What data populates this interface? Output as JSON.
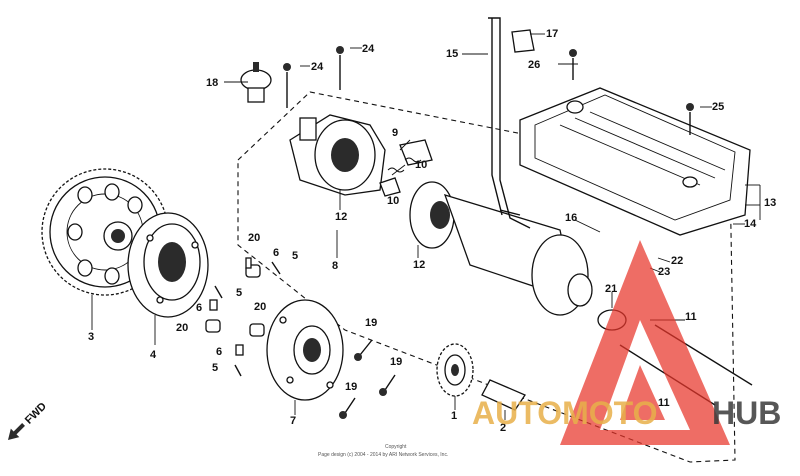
{
  "callouts": {
    "c1": "1",
    "c2": "2",
    "c3": "3",
    "c4": "4",
    "c5a": "5",
    "c5b": "5",
    "c5c": "5",
    "c6a": "6",
    "c6b": "6",
    "c6c": "6",
    "c7": "7",
    "c8": "8",
    "c9": "9",
    "c10a": "10",
    "c10b": "10",
    "c11a": "11",
    "c11b": "11",
    "c12a": "12",
    "c12b": "12",
    "c13": "13",
    "c14": "14",
    "c15": "15",
    "c16": "16",
    "c17": "17",
    "c18": "18",
    "c19a": "19",
    "c19b": "19",
    "c19c": "19",
    "c20a": "20",
    "c20b": "20",
    "c20c": "20",
    "c21": "21",
    "c22": "22",
    "c23": "23",
    "c24a": "24",
    "c24b": "24",
    "c25": "25",
    "c26": "26"
  },
  "fwd_label": "FWD",
  "copyright": {
    "line1": "Copyright",
    "line2": "Page design (c) 2004 - 2014 by ARI Network Services, Inc."
  },
  "watermark": {
    "part1": "AUTOMOTO",
    "part2": "HUB",
    "color_red": "#e8362b",
    "color_gold": "#e8b04a",
    "color_dark": "#3a3a3a"
  }
}
